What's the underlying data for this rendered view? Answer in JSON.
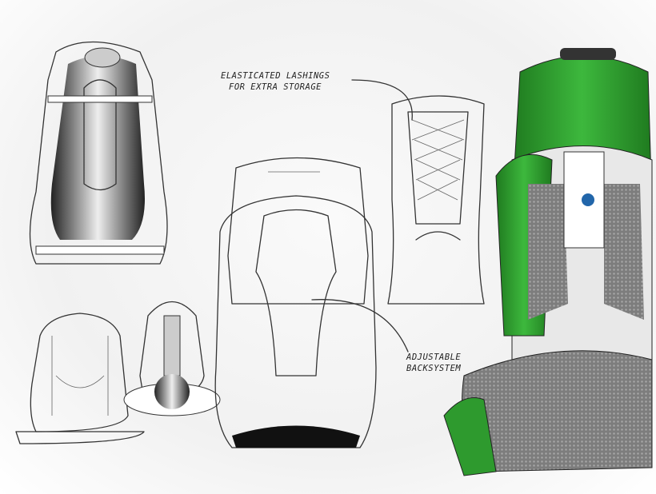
{
  "annotations": {
    "lashings": [
      "ELASTICATED LASHINGS",
      "FOR EXTRA STORAGE"
    ],
    "backsystem": [
      "ADJUSTABLE",
      "BACKSYSTEM"
    ]
  },
  "colors": {
    "accent_green": "#2e9a2e",
    "mesh_grey": "#8a8a8a",
    "ink": "#333333"
  }
}
